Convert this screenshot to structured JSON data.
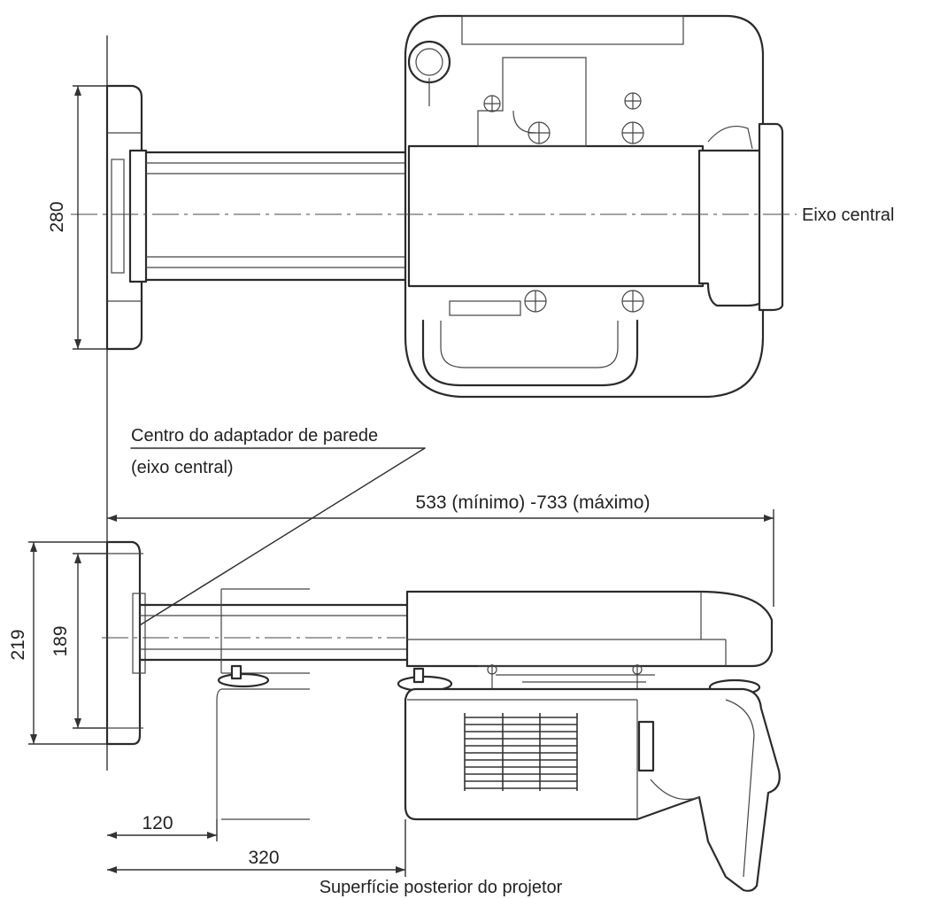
{
  "labels": {
    "central_axis": "Eixo central",
    "adapter_center_line1": "Centro do adaptador de parede",
    "adapter_center_line2": "(eixo central)",
    "rear_surface": "Superfície posterior do projetor"
  },
  "dimensions": {
    "top_height": "280",
    "outer_height": "219",
    "inner_height": "189",
    "total_length": "533 (mínimo) -733 (máximo)",
    "offset_short": "120",
    "offset_long": "320"
  }
}
